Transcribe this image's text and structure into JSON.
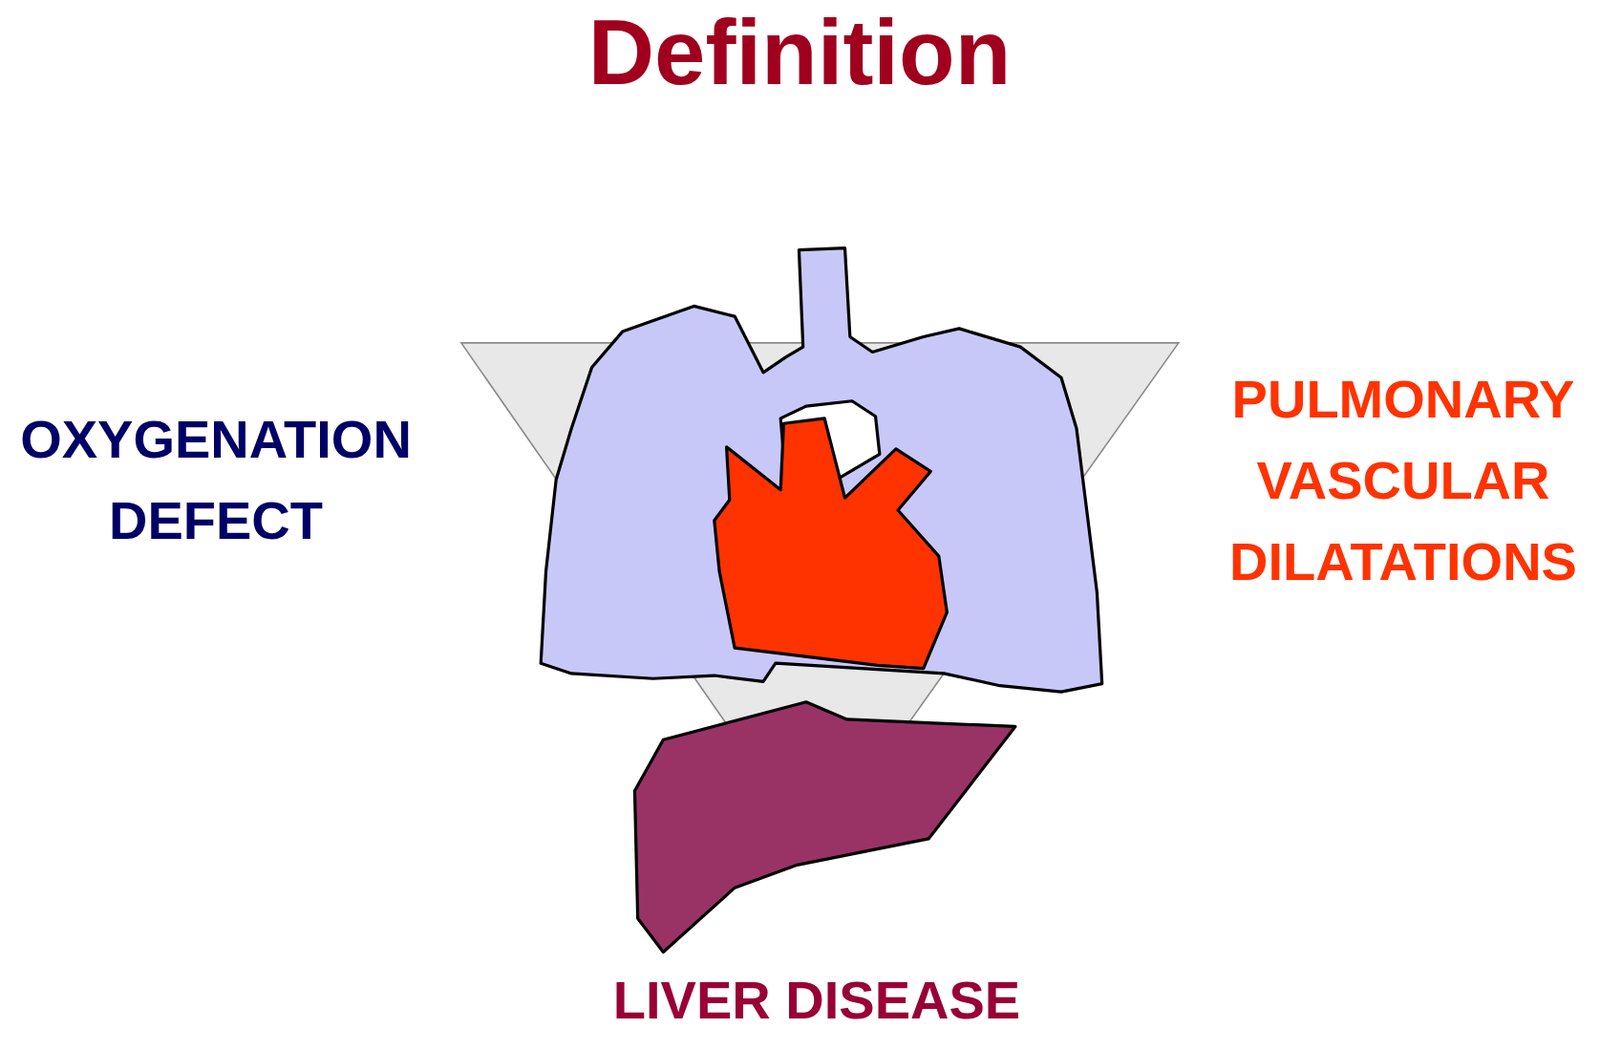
{
  "diagram": {
    "title": "Definition",
    "labels": [
      "OXYGENATION DEFECT",
      "PULMONARY VASCULAR DILATATIONS",
      "LIVER DISEASE"
    ]
  }
}
